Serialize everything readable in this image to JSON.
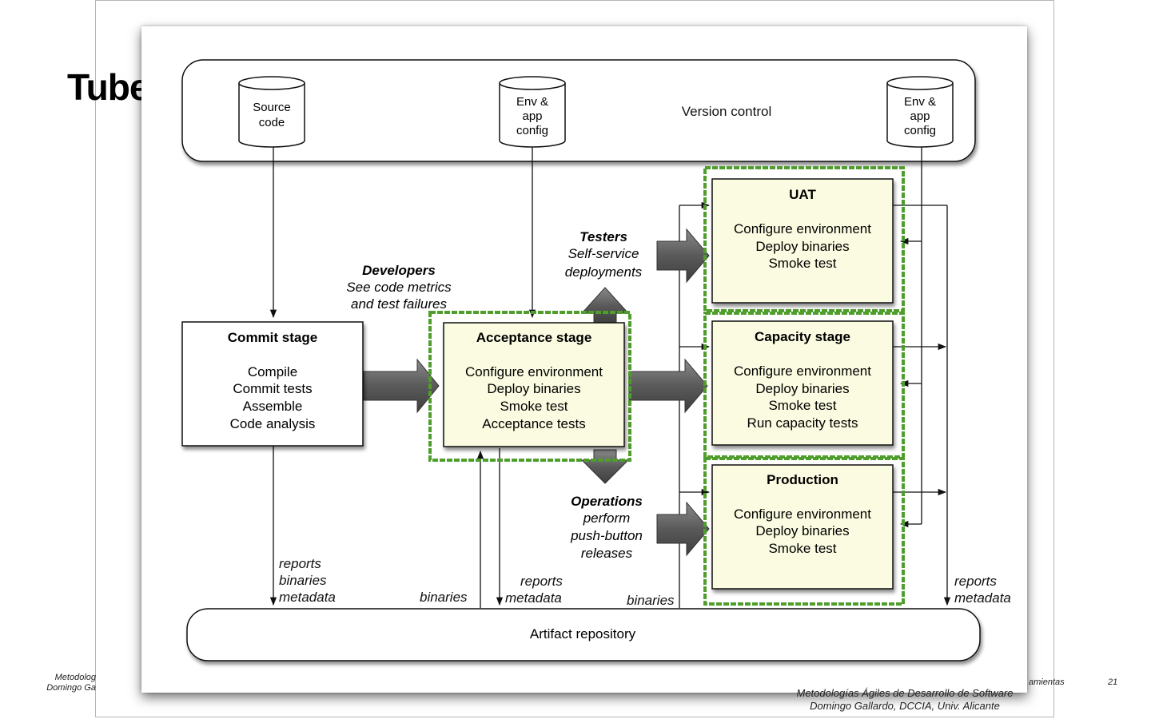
{
  "slide": {
    "title_visible": "Tube",
    "footer_left_line1": "Metodolog",
    "footer_left_line2": "Domingo Ga",
    "footer_right": "amientas",
    "page_number": "21"
  },
  "figure": {
    "credit_line1": "Metodologías Ágiles de Desarrollo de Software",
    "credit_line2": "Domingo Gallardo, DCCIA, Univ. Alicante",
    "version_control": {
      "label": "Version control",
      "source_code": [
        "Source",
        "code"
      ],
      "env_left": [
        "Env &",
        "app",
        "config"
      ],
      "env_right": [
        "Env &",
        "app",
        "config"
      ]
    },
    "commit_stage": {
      "title": "Commit stage",
      "steps": [
        "Compile",
        "Commit tests",
        "Assemble",
        "Code analysis"
      ]
    },
    "acceptance_stage": {
      "title": "Acceptance stage",
      "steps": [
        "Configure environment",
        "Deploy binaries",
        "Smoke test",
        "Acceptance tests"
      ]
    },
    "uat": {
      "title": "UAT",
      "steps": [
        "Configure environment",
        "Deploy binaries",
        "Smoke test"
      ]
    },
    "capacity_stage": {
      "title": "Capacity stage",
      "steps": [
        "Configure environment",
        "Deploy binaries",
        "Smoke test",
        "Run capacity tests"
      ]
    },
    "production": {
      "title": "Production",
      "steps": [
        "Configure environment",
        "Deploy binaries",
        "Smoke test"
      ]
    },
    "developers": {
      "title": "Developers",
      "lines": [
        "See code metrics",
        "and test failures"
      ]
    },
    "testers": {
      "title": "Testers",
      "lines": [
        "Self-service",
        "deployments"
      ]
    },
    "operations": {
      "title": "Operations",
      "lines": [
        "perform",
        "push-button",
        "releases"
      ]
    },
    "labels": {
      "reports_binaries_metadata": [
        "reports",
        "binaries",
        "metadata"
      ],
      "binaries_left": "binaries",
      "reports_metadata_mid": [
        "reports",
        "metadata"
      ],
      "binaries_right": "binaries",
      "reports_metadata_right": [
        "reports",
        "metadata"
      ]
    },
    "artifact_repository": "Artifact repository",
    "colors": {
      "stage_fill": "#fbfbe1",
      "highlight_border": "#4f9e2c",
      "fat_arrow": "#5a5a5a"
    }
  }
}
